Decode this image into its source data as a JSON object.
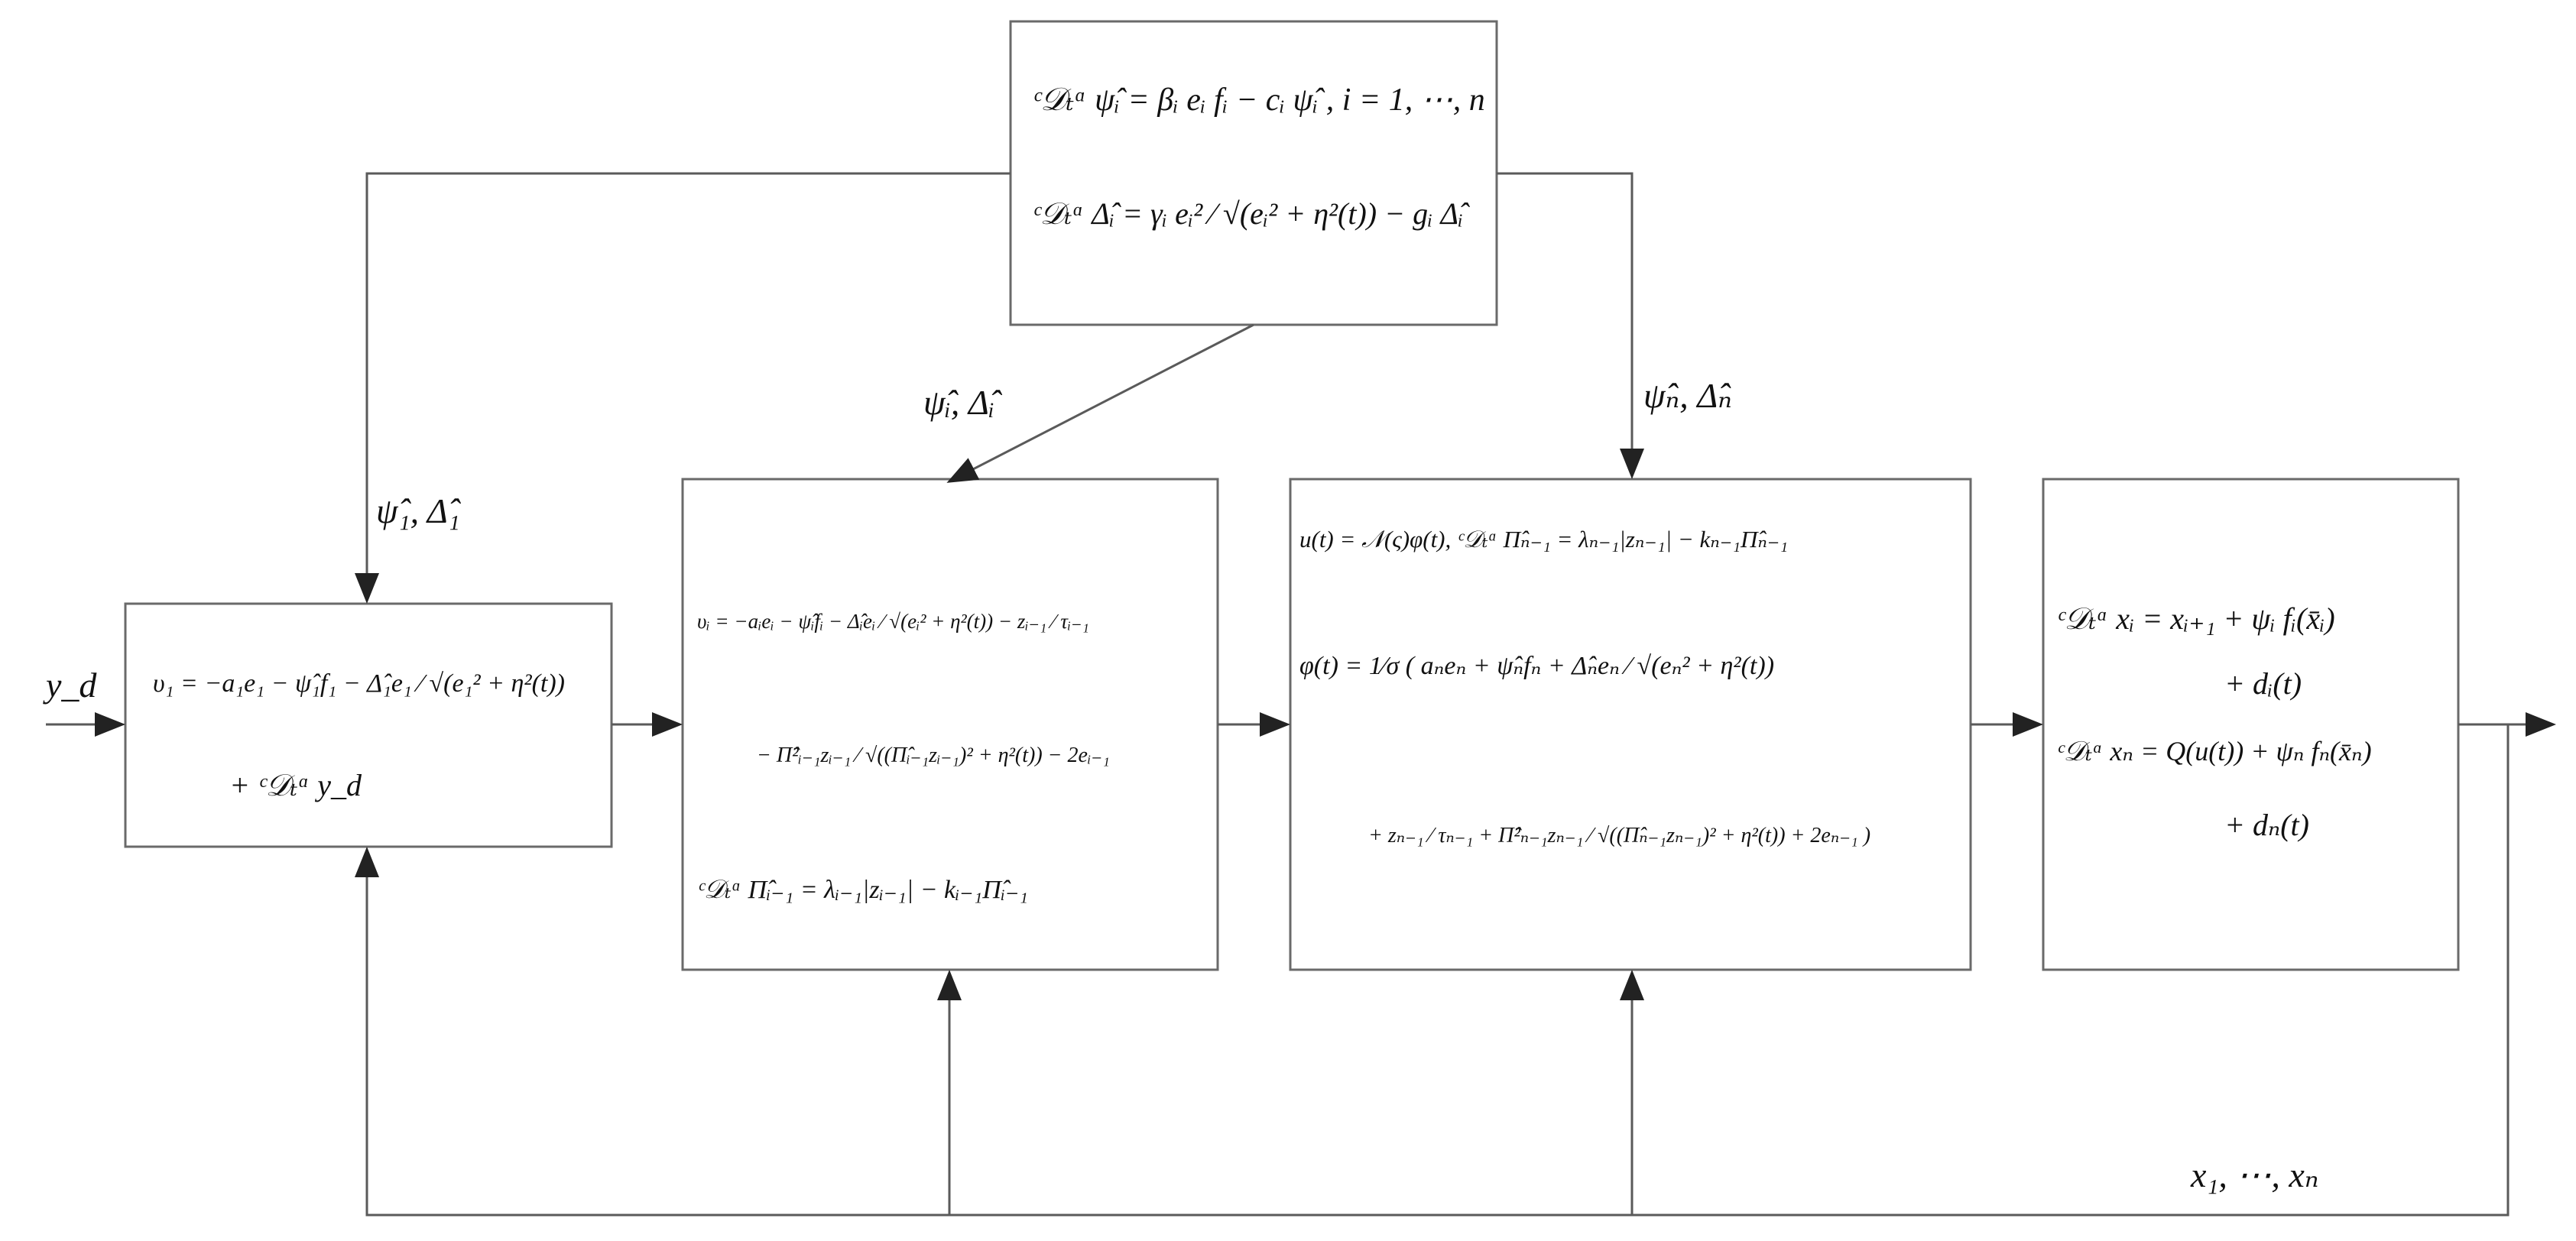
{
  "colors": {
    "line": "#5a5a5a",
    "box_border": "#6a6a6a",
    "text": "#111111",
    "background": "#ffffff"
  },
  "labels": {
    "input": "y_d",
    "upper_left_signal": "ψ̂₁, Δ̂₁",
    "middle_signal": "ψ̂ᵢ, Δ̂ᵢ",
    "right_signal": "ψ̂ₙ, Δ̂ₙ",
    "feedback": "x₁, ⋯, xₙ"
  },
  "blocks": {
    "adaptive_laws": [
      "ᶜ𝒟ₜᵅ ψ̂ᵢ = βᵢ eᵢ fᵢ − cᵢ ψ̂ᵢ ,  i = 1, ⋯, n",
      "ᶜ𝒟ₜᵅ Δ̂ᵢ = γᵢ eᵢ² ⁄ √(eᵢ² + η²(t)) − gᵢ Δ̂ᵢ"
    ],
    "first_virtual": [
      "υ₁ = −a₁e₁ − ψ̂₁f₁ − Δ̂₁e₁ ⁄ √(e₁² + η²(t))",
      "+ ᶜ𝒟ₜᵅ y_d"
    ],
    "intermediate_virtual": [
      "υᵢ = −aᵢeᵢ − ψ̂ᵢfᵢ − Δ̂ᵢeᵢ ⁄ √(eᵢ² + η²(t)) − zᵢ₋₁ ⁄ τᵢ₋₁",
      "− Π̂²ᵢ₋₁zᵢ₋₁ ⁄ √((Π̂ᵢ₋₁zᵢ₋₁)² + η²(t)) − 2eᵢ₋₁",
      "ᶜ𝒟ₜᵅ Π̂ᵢ₋₁ = λᵢ₋₁|zᵢ₋₁| − kᵢ₋₁Π̂ᵢ₋₁"
    ],
    "actual_control": [
      "u(t) = 𝒩(ς)φ(t),  ᶜ𝒟ₜᵅ Π̂ₙ₋₁ = λₙ₋₁|zₙ₋₁| − kₙ₋₁Π̂ₙ₋₁",
      "φ(t) = 1⁄σ ( aₙeₙ + ψ̂ₙfₙ + Δ̂ₙeₙ ⁄ √(eₙ² + η²(t))",
      "+ zₙ₋₁ ⁄ τₙ₋₁ + Π̂²ₙ₋₁zₙ₋₁ ⁄ √((Π̂ₙ₋₁zₙ₋₁)² + η²(t)) + 2eₙ₋₁ )"
    ],
    "plant": [
      "ᶜ𝒟ₜᵅ xᵢ = xᵢ₊₁ + ψᵢ fᵢ(x̄ᵢ)",
      "+ dᵢ(t)",
      "ᶜ𝒟ₜᵅ xₙ = Q(u(t)) + ψₙ fₙ(x̄ₙ)",
      "+ dₙ(t)"
    ]
  }
}
